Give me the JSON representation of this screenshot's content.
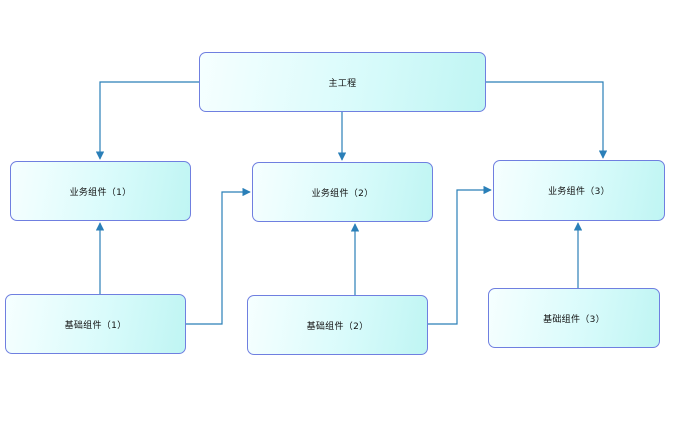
{
  "nodes": {
    "main": "主工程",
    "business1": "业务组件（1）",
    "business2": "业务组件（2）",
    "business3": "业务组件（3）",
    "base1": "基础组件（1）",
    "base2": "基础组件（2）",
    "base3": "基础组件（3）"
  },
  "edges": [
    {
      "from": "main",
      "to": "business1"
    },
    {
      "from": "main",
      "to": "business2"
    },
    {
      "from": "main",
      "to": "business3"
    },
    {
      "from": "base1",
      "to": "business1"
    },
    {
      "from": "base2",
      "to": "business2"
    },
    {
      "from": "base3",
      "to": "business3"
    },
    {
      "from": "base1",
      "to": "business2"
    },
    {
      "from": "base2",
      "to": "business3"
    }
  ],
  "colors": {
    "edge": "#2a7fb8",
    "node_border": "#6f7fe0"
  }
}
